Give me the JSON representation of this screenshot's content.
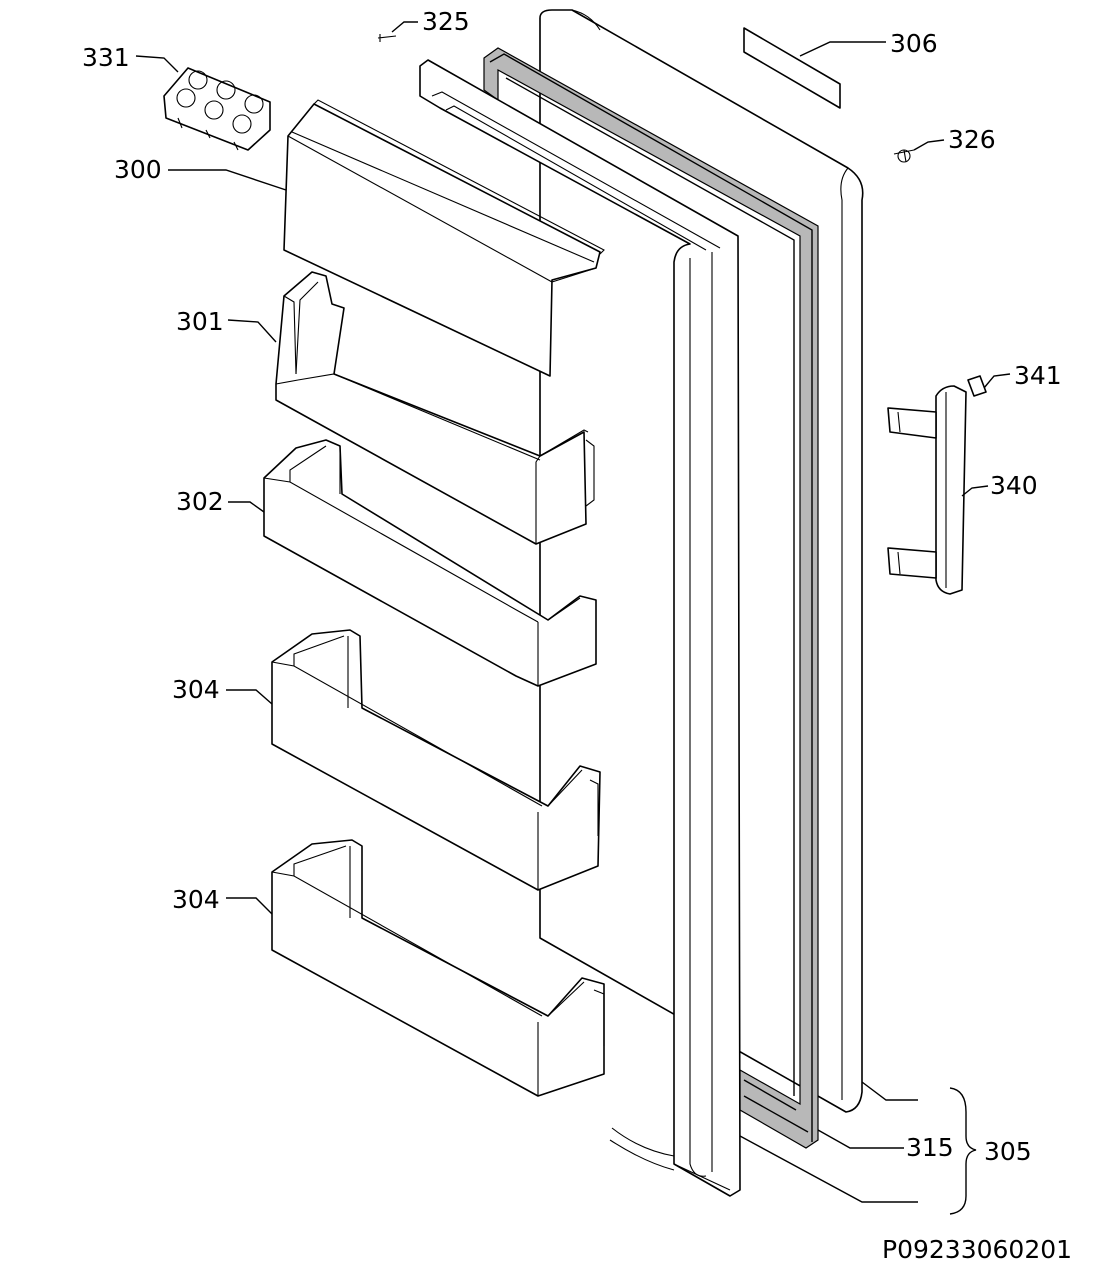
{
  "callouts": {
    "c331": "331",
    "c325": "325",
    "c306": "306",
    "c326": "326",
    "c300": "300",
    "c301": "301",
    "c302": "302",
    "c304a": "304",
    "c304b": "304",
    "c341": "341",
    "c340": "340",
    "c315": "315",
    "c305": "305"
  },
  "drawing_id": "P09233060201"
}
